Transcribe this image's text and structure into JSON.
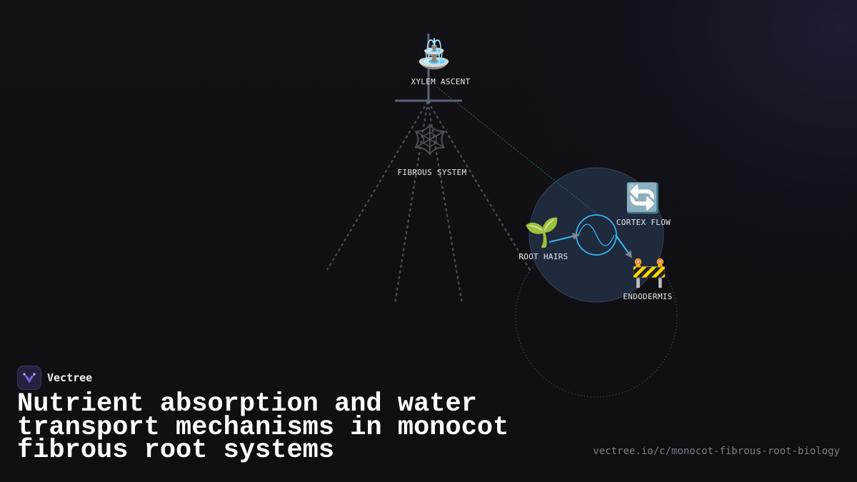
{
  "diagram": {
    "nodes": [
      {
        "id": "xylem",
        "label": "XYLEM ASCENT",
        "icon": "fountain-icon",
        "glyph": "⛲"
      },
      {
        "id": "fibrous",
        "label": "FIBROUS SYSTEM",
        "icon": "spider-web-icon",
        "glyph": "🕸️"
      },
      {
        "id": "cortex",
        "label": "CORTEX FLOW",
        "icon": "counterclockwise-arrows-icon",
        "glyph": "🔄"
      },
      {
        "id": "roothairs",
        "label": "ROOT HAIRS",
        "icon": "seedling-icon",
        "glyph": "🌱"
      },
      {
        "id": "endodermis",
        "label": "ENDODERMIS",
        "icon": "construction-barrier-icon",
        "glyph": "🚧"
      }
    ],
    "edges": [
      {
        "from": "roothairs",
        "to": "center"
      },
      {
        "from": "center",
        "to": "endodermis"
      },
      {
        "from": "xylem",
        "to": "cortex"
      }
    ],
    "colors": {
      "accent": "#38b6f2",
      "connector": "#5a6478",
      "hub_fill": "#1f2a3c",
      "background": "#0f0f13",
      "label": "#e6e8ee"
    }
  },
  "brand": {
    "name": "Vectree",
    "logo_icon": "vectree-logo-icon",
    "logo_color": "#8b5cf6"
  },
  "title": "Nutrient absorption and water transport mechanisms in monocot fibrous root systems",
  "source_url": "vectree.io/c/monocot-fibrous-root-biology"
}
